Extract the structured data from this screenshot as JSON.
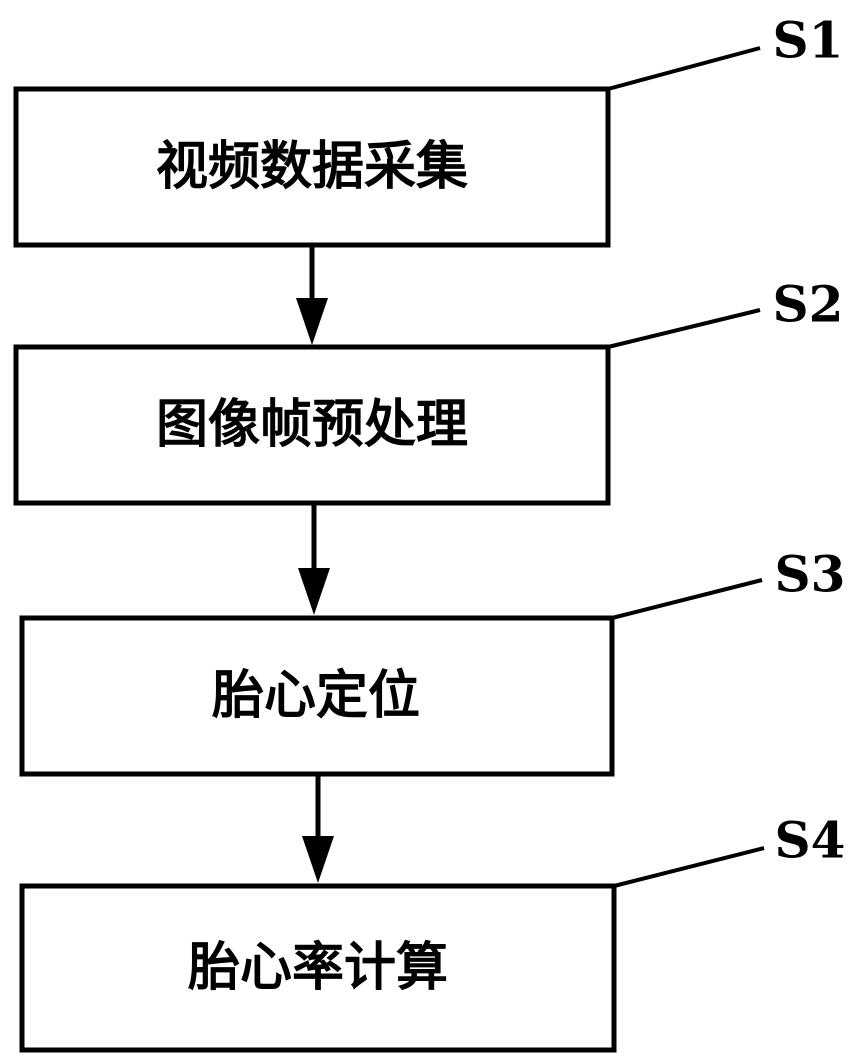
{
  "steps": [
    {
      "id": "S1",
      "label": "视频数据采集"
    },
    {
      "id": "S2",
      "label": "图像帧预处理"
    },
    {
      "id": "S3",
      "label": "胎心定位"
    },
    {
      "id": "S4",
      "label": "胎心率计算"
    }
  ]
}
